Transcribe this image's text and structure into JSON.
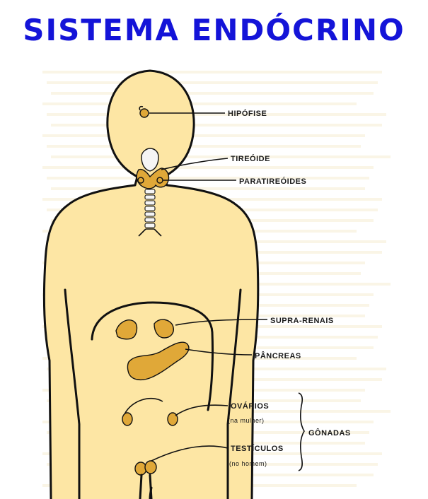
{
  "title": "SISTEMA ENDÓCRINO",
  "colors": {
    "title": "#1414d8",
    "body_fill": "#fde6a4",
    "background": "#ffffff",
    "background_text_tint": "#f1e3b8",
    "gland_fill": "#e0a838",
    "gland_dark": "#c47a20",
    "trachea_fill": "#f5f5f5",
    "outline": "#111111"
  },
  "labels": {
    "hipofise": "HIPÓFISE",
    "tireoide": "TIREÓIDE",
    "paratireoides": "PARATIREÓIDES",
    "supra_renais": "SUPRA-RENAIS",
    "pancreas": "PÂNCREAS",
    "ovarios": "OVÁRIOS",
    "ovarios_note": "(na mulher)",
    "testiculos": "TESTÍCULOS",
    "testiculos_note": "(no homem)",
    "gonadas": "GÔNADAS"
  }
}
